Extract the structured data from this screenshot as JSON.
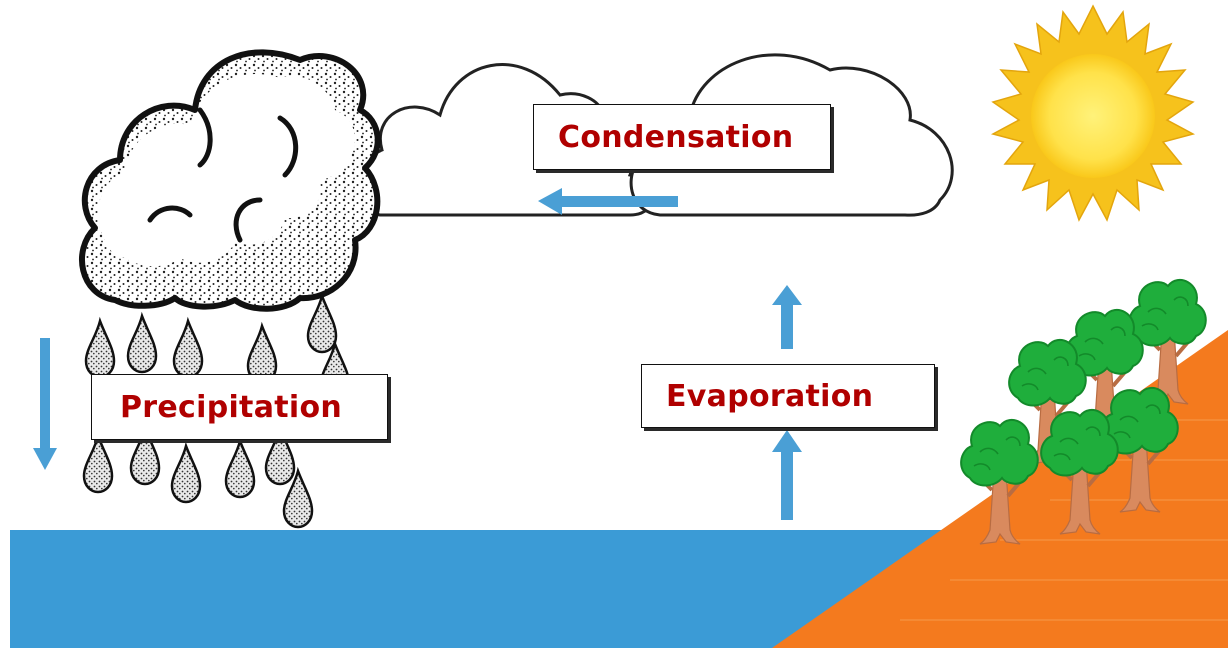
{
  "diagram": {
    "labels": {
      "condensation": "Condensation",
      "precipitation": "Precipitation",
      "evaporation": "Evaporation"
    },
    "colors": {
      "label_text": "#b00000",
      "water": "#3b9bd6",
      "arrow": "#4a9fd5",
      "land": "#f47a1e",
      "sun_rays": "#f6c21c",
      "sun_core": "#ffe45a",
      "tree_foliage": "#1fae3c",
      "tree_trunk": "#d98a5e"
    },
    "icons": [
      "storm-cloud-icon",
      "raindrop-icon",
      "cloud-icon",
      "sun-icon",
      "tree-icon",
      "arrow-icon"
    ]
  }
}
